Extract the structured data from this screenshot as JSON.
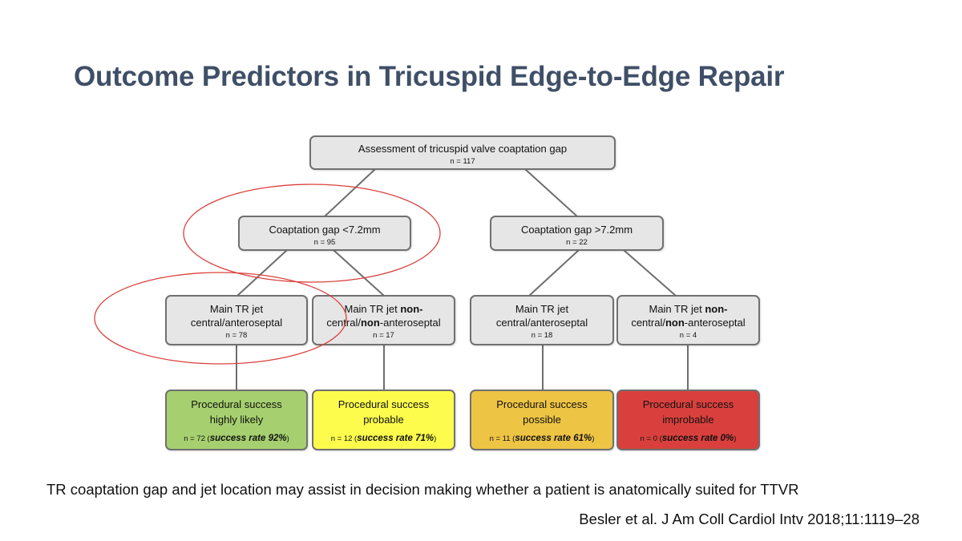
{
  "title": "Outcome Predictors in Tricuspid Edge-to-Edge Repair",
  "root": {
    "label": "Assessment of tricuspid valve coaptation gap",
    "n": "n = 117"
  },
  "gap_small": {
    "label": "Coaptation gap <7.2mm",
    "n": "n = 95"
  },
  "gap_large": {
    "label": "Coaptation gap >7.2mm",
    "n": "n = 22"
  },
  "jets": [
    {
      "line1": "Main TR jet",
      "line2": "central/anteroseptal",
      "n": "n = 78"
    },
    {
      "line1_a": "Main TR jet ",
      "line1_b": "non",
      "line1_c": "-",
      "line2_a": "central/",
      "line2_b": "non",
      "line2_c": "-anteroseptal",
      "n": "n = 17"
    },
    {
      "line1": "Main TR jet",
      "line2": "central/anteroseptal",
      "n": "n = 18"
    },
    {
      "line1_a": "Main TR jet ",
      "line1_b": "non",
      "line1_c": "-",
      "line2_a": "central/",
      "line2_b": "non",
      "line2_c": "-anteroseptal",
      "n": "n = 4"
    }
  ],
  "outcomes": [
    {
      "line1": "Procedural success",
      "line2": "highly likely",
      "n": "n = 72 (",
      "rate": "success rate 92%",
      "close": ")",
      "color": "#a6d06f"
    },
    {
      "line1": "Procedural success",
      "line2": "probable",
      "n": "n = 12 (",
      "rate": "success rate 71%",
      "close": ")",
      "color": "#fdfc4c"
    },
    {
      "line1": "Procedural success",
      "line2": "possible",
      "n": "n = 11 (",
      "rate": "success rate 61%",
      "close": ")",
      "color": "#eec444"
    },
    {
      "line1": "Procedural success",
      "line2": "improbable",
      "n": "n = 0 (",
      "rate": "success rate 0%",
      "close": ")",
      "color": "#d9403d"
    }
  ],
  "annotation_color": "#d9413c",
  "footer": "TR coaptation gap and jet location may assist in decision making whether a patient is anatomically suited for TTVR",
  "citation": "Besler et al. J Am Coll Cardiol Intv 2018;11:1119–28"
}
